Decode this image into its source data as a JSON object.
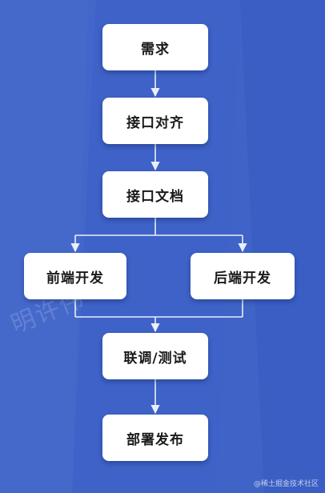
{
  "colors": {
    "background": "#3f63c6",
    "node_fill": "#ffffff",
    "node_text": "#1a1a1a",
    "connector": "#e8eefb"
  },
  "nodes": {
    "requirement": "需求",
    "interface_alignment": "接口对齐",
    "interface_doc": "接口文档",
    "frontend_dev": "前端开发",
    "backend_dev": "后端开发",
    "integration_test": "联调/测试",
    "deploy_release": "部署发布"
  },
  "watermark": {
    "author": "明许伟",
    "site": "@稀土掘金技术社区"
  }
}
